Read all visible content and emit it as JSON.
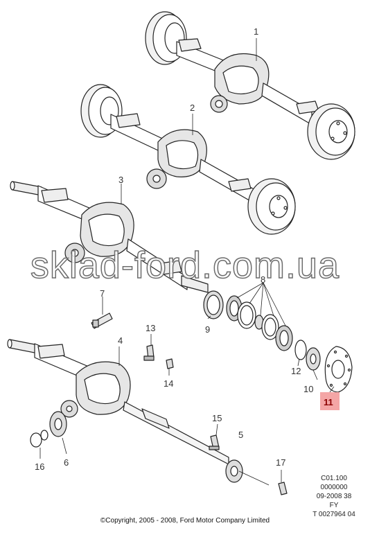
{
  "diagram": {
    "callouts": [
      "1",
      "2",
      "3",
      "4",
      "5",
      "6",
      "7",
      "8",
      "9",
      "10",
      "11",
      "12",
      "13",
      "14",
      "15",
      "16",
      "17"
    ],
    "highlighted_callout": "11",
    "highlight_color": "#f4a6a6"
  },
  "reference": {
    "line1": "C01.100",
    "line2": "0000000",
    "line3": "09-2008 38",
    "line4": "FY",
    "line5": "T 0027964 04"
  },
  "copyright": "©Copyright, 2005 - 2008, Ford Motor Company Limited",
  "watermark": "sklad-ford.com.ua"
}
